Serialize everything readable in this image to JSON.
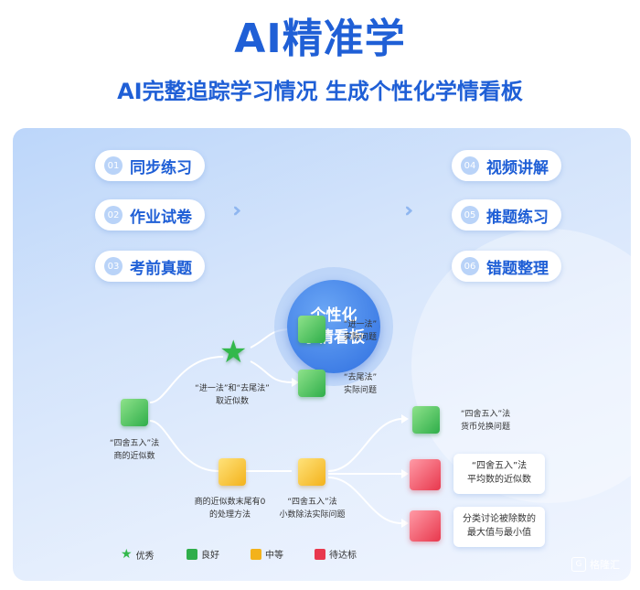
{
  "title": "AI精准学",
  "subtitle": "AI完整追踪学习情况 生成个性化学情看板",
  "center": {
    "line1": "个性化",
    "line2": "学情看板"
  },
  "left_items": [
    {
      "num": "01",
      "label": "同步练习"
    },
    {
      "num": "02",
      "label": "作业试卷"
    },
    {
      "num": "03",
      "label": "考前真题"
    }
  ],
  "right_items": [
    {
      "num": "04",
      "label": "视频讲解"
    },
    {
      "num": "05",
      "label": "推题练习"
    },
    {
      "num": "06",
      "label": "错题整理"
    }
  ],
  "tree": {
    "root": {
      "line1": "“四舍五入”法",
      "line2": "商的近似数"
    },
    "star_node": {
      "line1": "“进一法”和“去尾法”",
      "line2": "取近似数"
    },
    "leaf_up1": {
      "line1": "“进一法”",
      "line2": "实际问题"
    },
    "leaf_up2": {
      "line1": "“去尾法”",
      "line2": "实际问题"
    },
    "mid_left": {
      "line1": "商的近似数末尾有0",
      "line2": "的处理方法"
    },
    "mid_right": {
      "line1": "“四舍五入”法",
      "line2": "小数除法实际问题"
    },
    "leaf_r1": {
      "line1": "“四舍五入”法",
      "line2": "货币兑换问题"
    },
    "leaf_r2": {
      "line1": "“四舍五入”法",
      "line2": "平均数的近似数"
    },
    "leaf_r3": {
      "line1": "分类讨论被除数的",
      "line2": "最大值与最小值"
    }
  },
  "legend": [
    {
      "label": "优秀",
      "color": "#33b84c",
      "icon": "star-icon"
    },
    {
      "label": "良好",
      "color": "#2fae4a",
      "icon": "green-cube-icon"
    },
    {
      "label": "中等",
      "color": "#f3b21b",
      "icon": "yellow-cube-icon"
    },
    {
      "label": "待达标",
      "color": "#e8384d",
      "icon": "red-cube-icon"
    }
  ],
  "watermark": "格隆汇",
  "colors": {
    "brand": "#1f5fd6",
    "accent_light": "#b9d3f8",
    "center": "#2f6fe0"
  }
}
